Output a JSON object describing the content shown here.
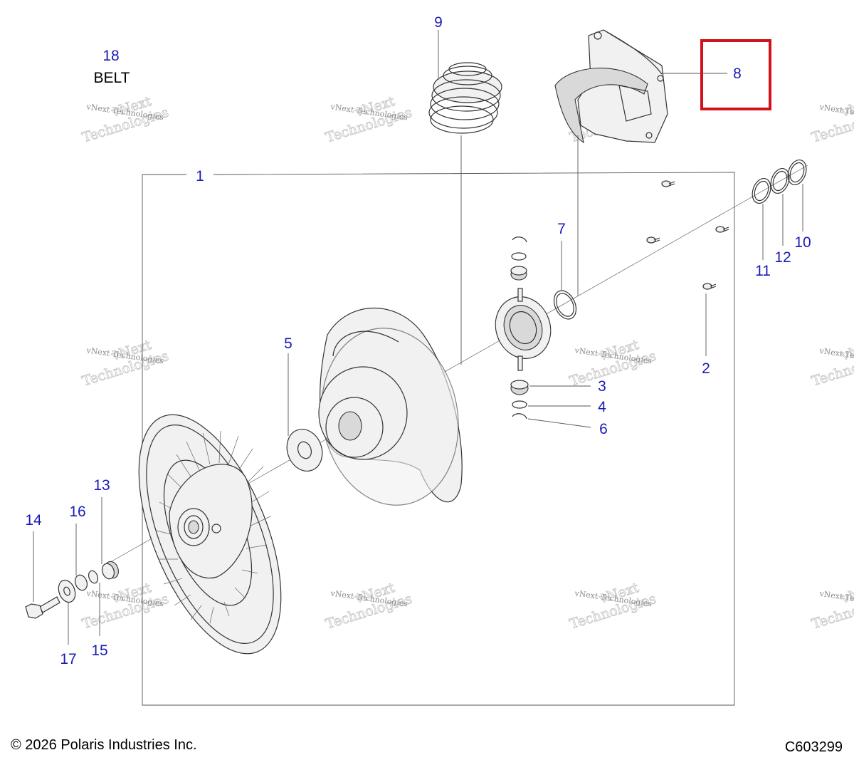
{
  "diagram": {
    "callouts": {
      "c1": "1",
      "c2": "2",
      "c3": "3",
      "c4": "4",
      "c5": "5",
      "c6": "6",
      "c7": "7",
      "c8": "8",
      "c9": "9",
      "c10": "10",
      "c11": "11",
      "c12": "12",
      "c13": "13",
      "c14": "14",
      "c15": "15",
      "c16": "16",
      "c17": "17",
      "c18": "18"
    },
    "belt_label": "BELT",
    "highlight_color": "#d0121b",
    "callout_color": "#1a1ab8",
    "watermark": {
      "line1": "vNext Technologies",
      "line2": "vNext",
      "line3": "Technologies"
    }
  },
  "footer": {
    "copyright": "© 2026 Polaris Industries Inc.",
    "code": "C603299"
  }
}
